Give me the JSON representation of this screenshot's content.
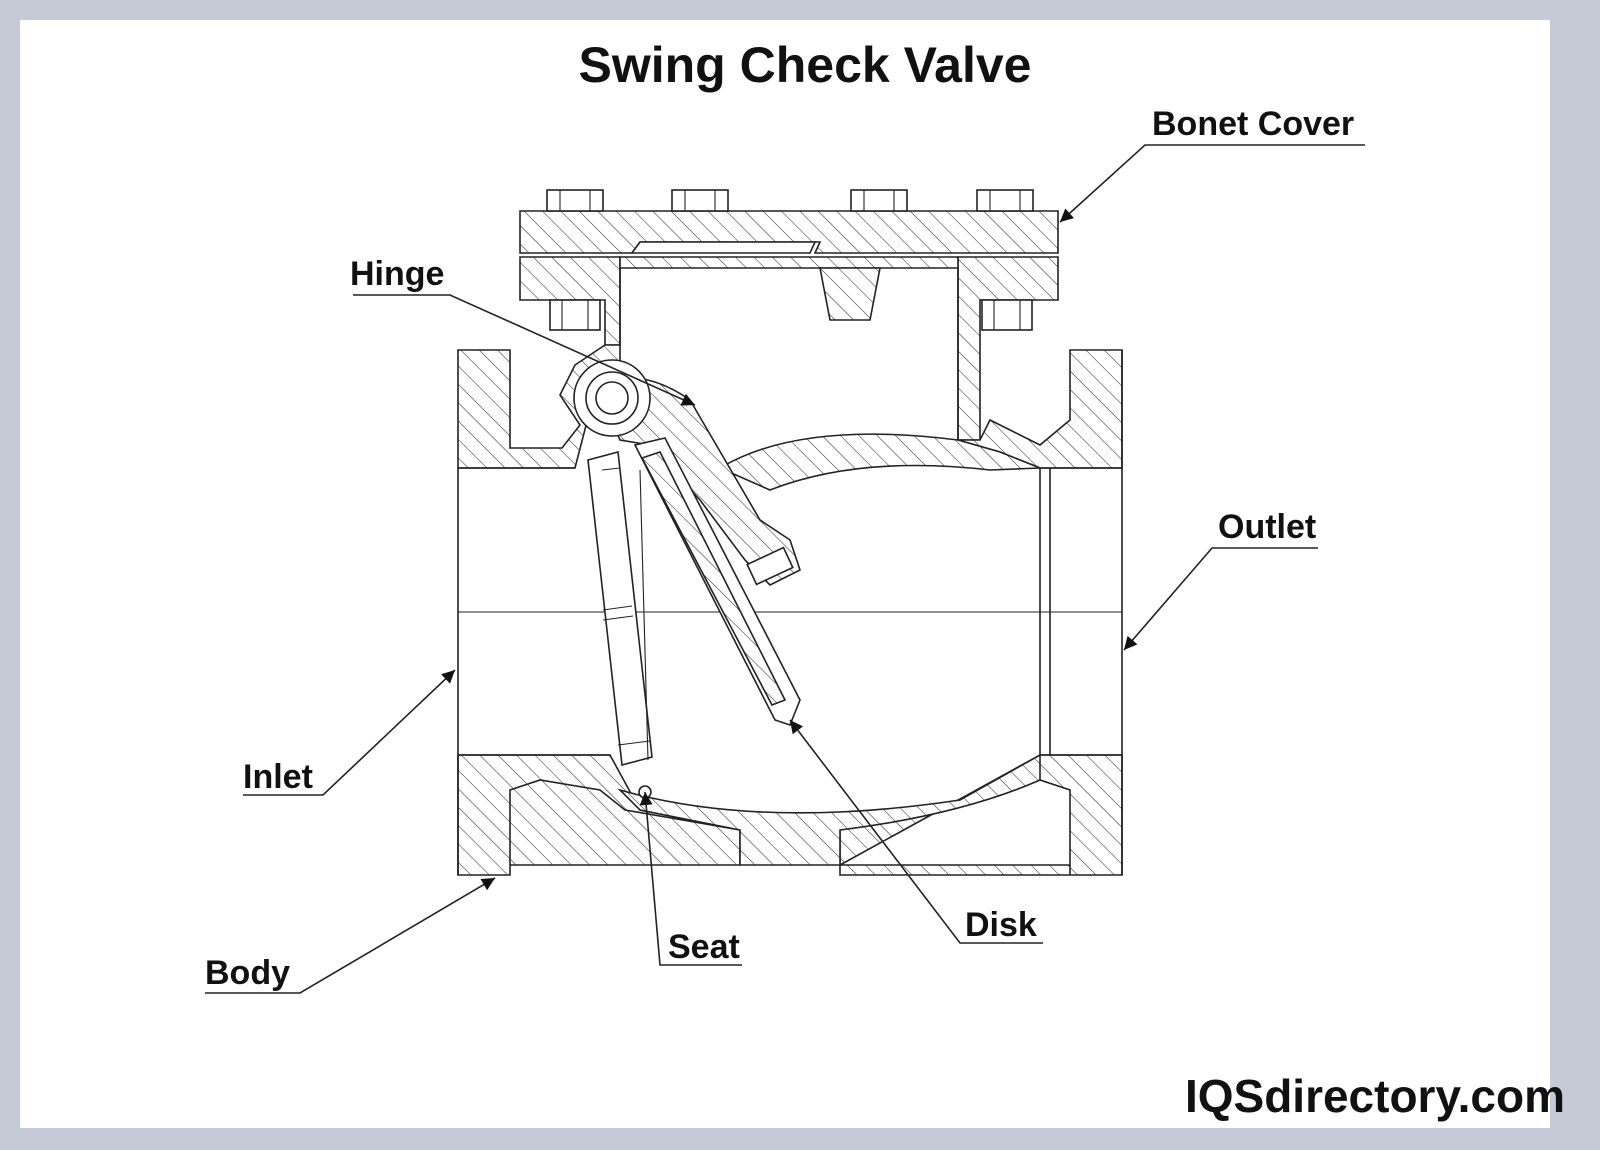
{
  "title": "Swing Check Valve",
  "labels": {
    "bonet_cover": "Bonet Cover",
    "hinge": "Hinge",
    "outlet": "Outlet",
    "inlet": "Inlet",
    "disk": "Disk",
    "seat": "Seat",
    "body": "Body"
  },
  "watermark": "IQSdirectory.com",
  "colors": {
    "frame_border": "#c5cad6",
    "background": "#ffffff",
    "ink": "#111111"
  }
}
